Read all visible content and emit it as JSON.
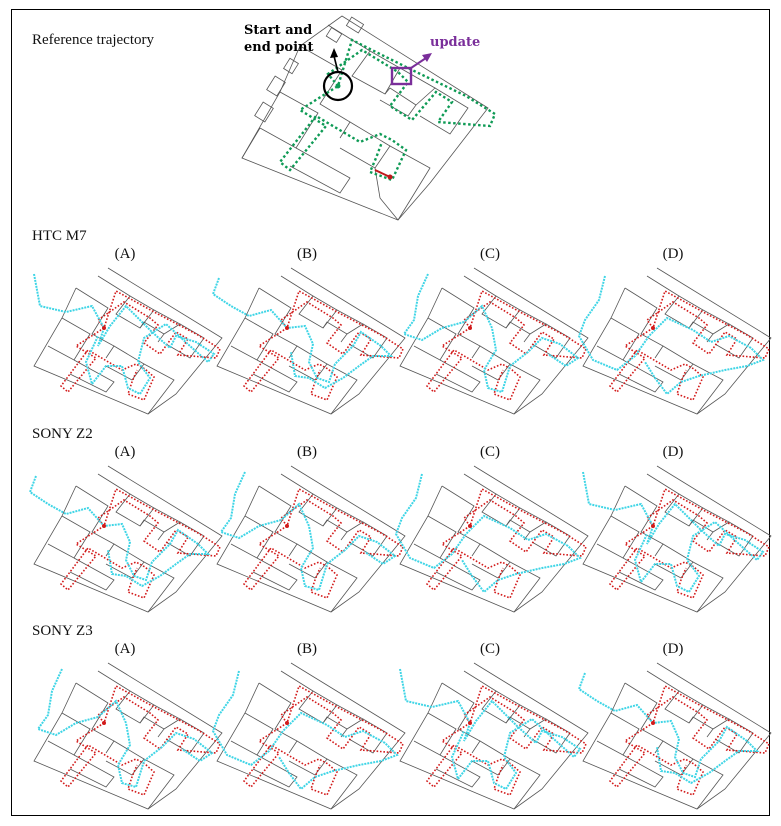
{
  "reference": {
    "title": "Reference trajectory",
    "start_label_line1": "Start and",
    "start_label_line2": "end point",
    "update_label": "update",
    "colors": {
      "reference_path": "#0e9a55",
      "start_circle": "#000000",
      "update_box": "#7a2e9a",
      "update_text": "#7a2e9a",
      "marker": "#c0181b"
    }
  },
  "rows": [
    {
      "device": "HTC M7",
      "panels": [
        "(A)",
        "(B)",
        "(C)",
        "(D)"
      ]
    },
    {
      "device": "SONY Z2",
      "panels": [
        "(A)",
        "(B)",
        "(C)",
        "(D)"
      ]
    },
    {
      "device": "SONY Z3",
      "panels": [
        "(A)",
        "(B)",
        "(C)",
        "(D)"
      ]
    }
  ],
  "colors": {
    "estimated_path": "#3fd5e6",
    "reference_path_small": "#d21a1a",
    "floor_plan": "#555555"
  }
}
